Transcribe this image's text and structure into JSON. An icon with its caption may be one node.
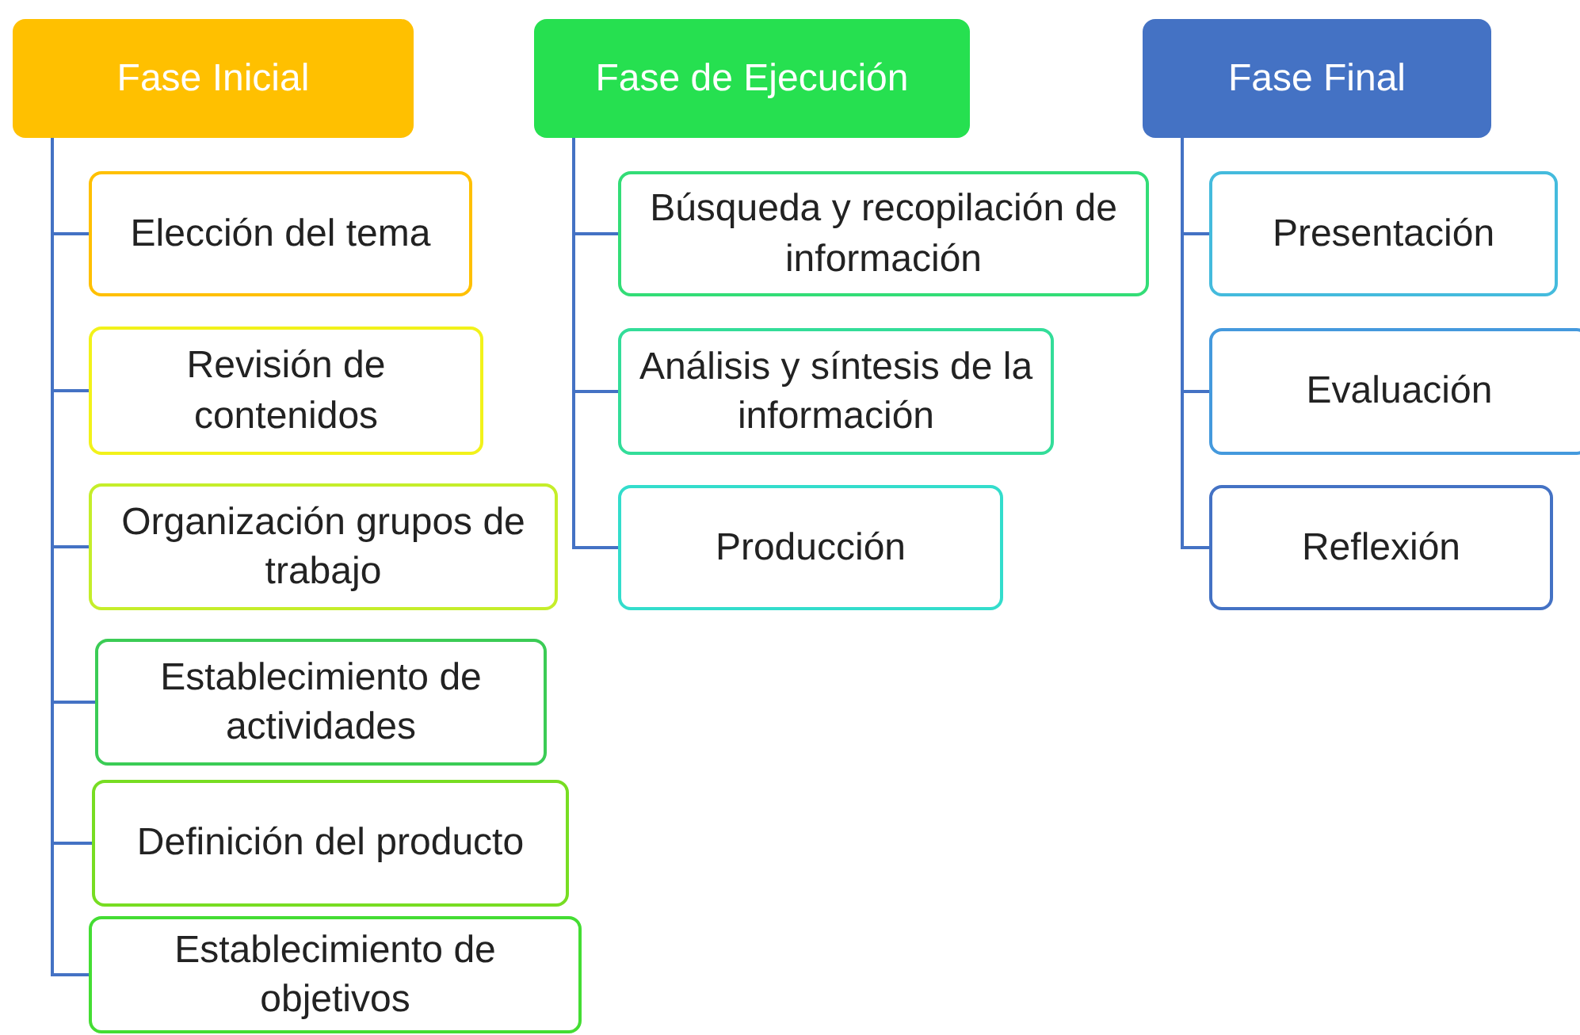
{
  "diagram": {
    "nodes": [
      {
        "text": [
          "Fase Inicial"
        ]
      },
      {
        "text": [
          "Elección del tema"
        ]
      },
      {
        "text": [
          "Revisión de contenidos"
        ]
      },
      {
        "text": [
          "Organización grupos de trabajo"
        ]
      },
      {
        "text": [
          "Establecimiento de actividades"
        ]
      },
      {
        "text": [
          "Definición del producto"
        ]
      },
      {
        "text": [
          "Establecimiento de objetivos"
        ]
      },
      {
        "text": [
          "Fase de Ejecución"
        ]
      },
      {
        "text": [
          "Búsqueda y recopilación de información"
        ]
      },
      {
        "text": [
          "Análisis y síntesis de la información"
        ]
      },
      {
        "text": [
          "Producción"
        ]
      },
      {
        "text": [
          "Fase Final"
        ]
      },
      {
        "text": [
          "Presentación"
        ]
      },
      {
        "text": [
          "Evaluación"
        ]
      },
      {
        "text": [
          "Reflexión"
        ]
      }
    ],
    "edges": [
      {
        "from": 0,
        "to": 1,
        "arrow": "none"
      },
      {
        "from": 0,
        "to": 2,
        "arrow": "none"
      },
      {
        "from": 0,
        "to": 3,
        "arrow": "none"
      },
      {
        "from": 0,
        "to": 4,
        "arrow": "none"
      },
      {
        "from": 0,
        "to": 5,
        "arrow": "none"
      },
      {
        "from": 0,
        "to": 6,
        "arrow": "none"
      },
      {
        "from": 7,
        "to": 8,
        "arrow": "none"
      },
      {
        "from": 7,
        "to": 9,
        "arrow": "none"
      },
      {
        "from": 7,
        "to": 10,
        "arrow": "none"
      },
      {
        "from": 11,
        "to": 12,
        "arrow": "none"
      },
      {
        "from": 11,
        "to": 13,
        "arrow": "none"
      },
      {
        "from": 11,
        "to": 14,
        "arrow": "none"
      }
    ]
  }
}
